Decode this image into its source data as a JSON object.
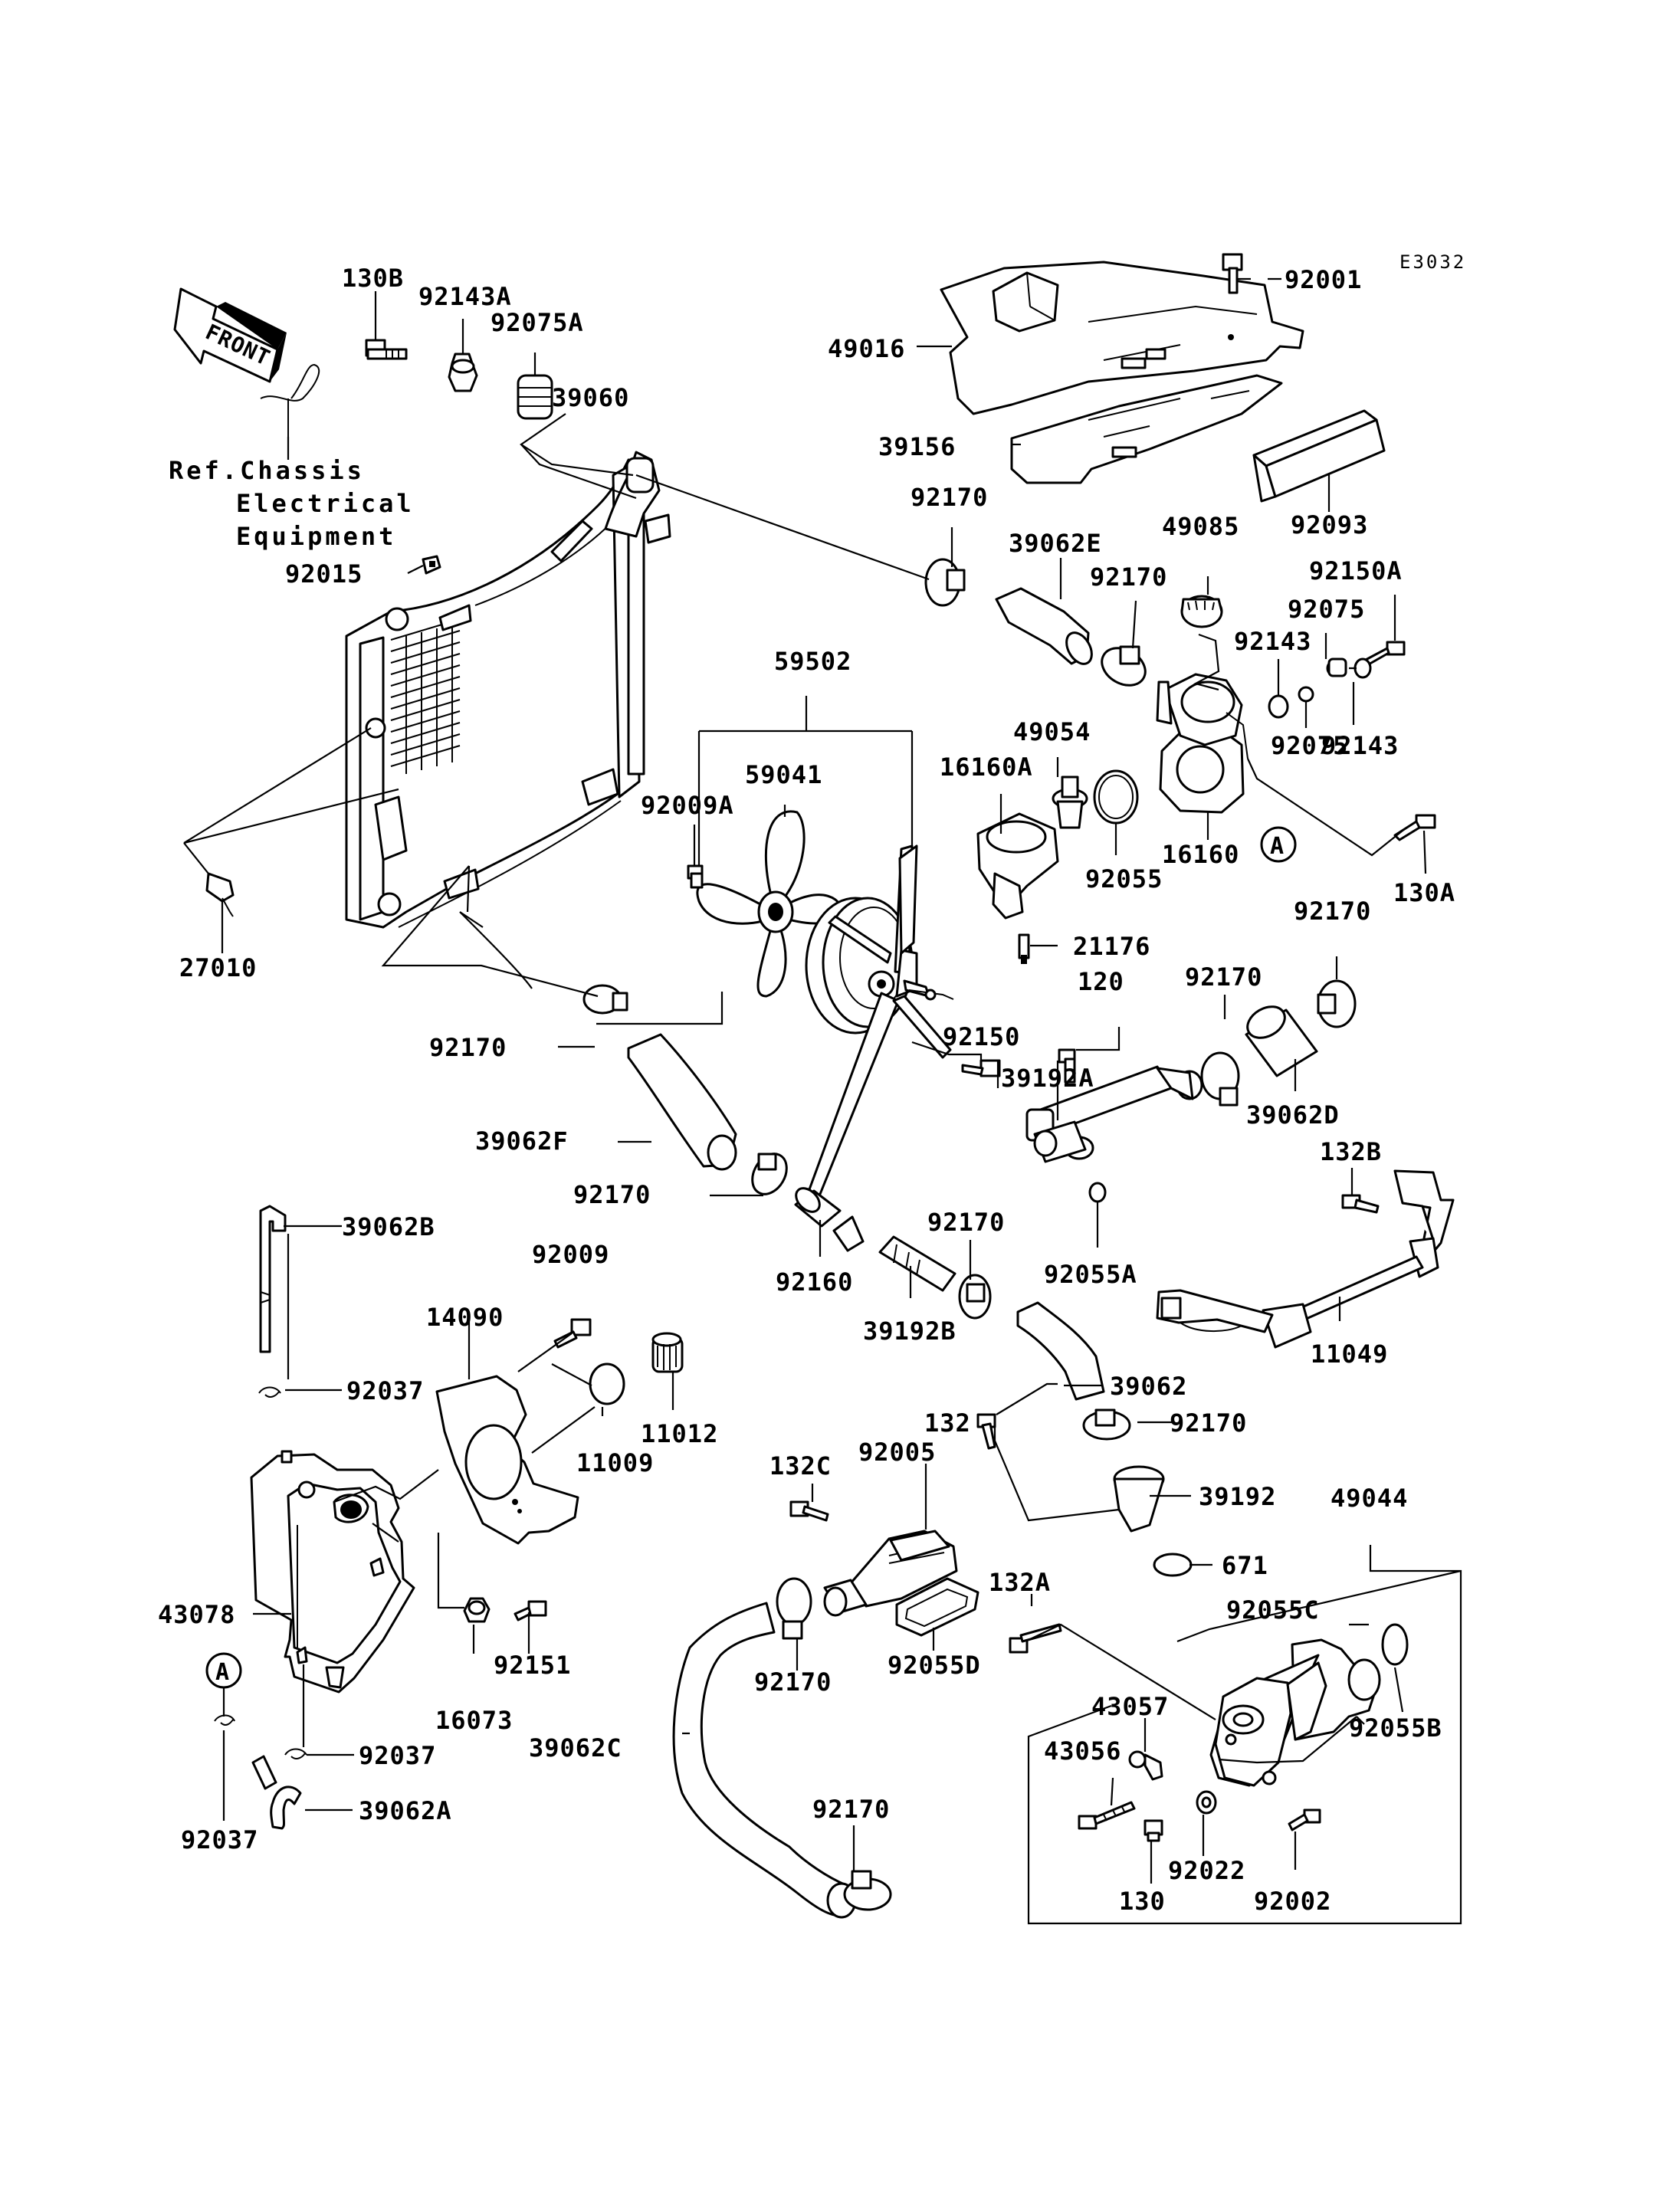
{
  "diagram_code": "E3032",
  "front_arrow_label": "FRONT",
  "reference_note": [
    "Ref.Chassis",
    "Electrical",
    "Equipment"
  ],
  "callout_A": "A",
  "part_numbers": {
    "p130B": "130B",
    "p92143A": "92143A",
    "p92075A": "92075A",
    "p39060": "39060",
    "p92015": "92015",
    "p27010": "27010",
    "p49016": "49016",
    "p92001": "92001",
    "p39156": "39156",
    "p92093": "92093",
    "p92170_1": "92170",
    "p39062E": "39062E",
    "p92170_2": "92170",
    "p49085": "49085",
    "p92150A": "92150A",
    "p92075_1": "92075",
    "p92143_1": "92143",
    "p92143_2": "92143",
    "p92075_2": "92075",
    "p59502": "59502",
    "p59041": "59041",
    "p92009A": "92009A",
    "p49054": "49054",
    "p16160A": "16160A",
    "p92055": "92055",
    "p16160": "16160",
    "p130A": "130A",
    "p21176": "21176",
    "p92170_3": "92170",
    "p120": "120",
    "p92170_4": "92170",
    "p92150": "92150",
    "p39192A": "39192A",
    "p39062D": "39062D",
    "p92170_5": "92170",
    "p39062F": "39062F",
    "p132B": "132B",
    "p92170_6": "92170",
    "p92055A": "92055A",
    "p39062B": "39062B",
    "p92009": "92009",
    "p92170_7": "92170",
    "p92160": "92160",
    "p39192B": "39192B",
    "p11049": "11049",
    "p14090": "14090",
    "p92037_1": "92037",
    "p39062": "39062",
    "p11012": "11012",
    "p11009": "11009",
    "p132": "132",
    "p92170_8": "92170",
    "p132C": "132C",
    "p92005": "92005",
    "p39192": "39192",
    "p49044": "49044",
    "p671": "671",
    "p43078": "43078",
    "p132A": "132A",
    "p92055C": "92055C",
    "p92170_9": "92170",
    "p92055D": "92055D",
    "p92151": "92151",
    "p16073": "16073",
    "p43057": "43057",
    "p92055B": "92055B",
    "p39062C": "39062C",
    "p43056": "43056",
    "p92037_2": "92037",
    "p39062A": "39062A",
    "p92170_10": "92170",
    "p92037_3": "92037",
    "p130": "130",
    "p92022": "92022",
    "p92002": "92002"
  }
}
